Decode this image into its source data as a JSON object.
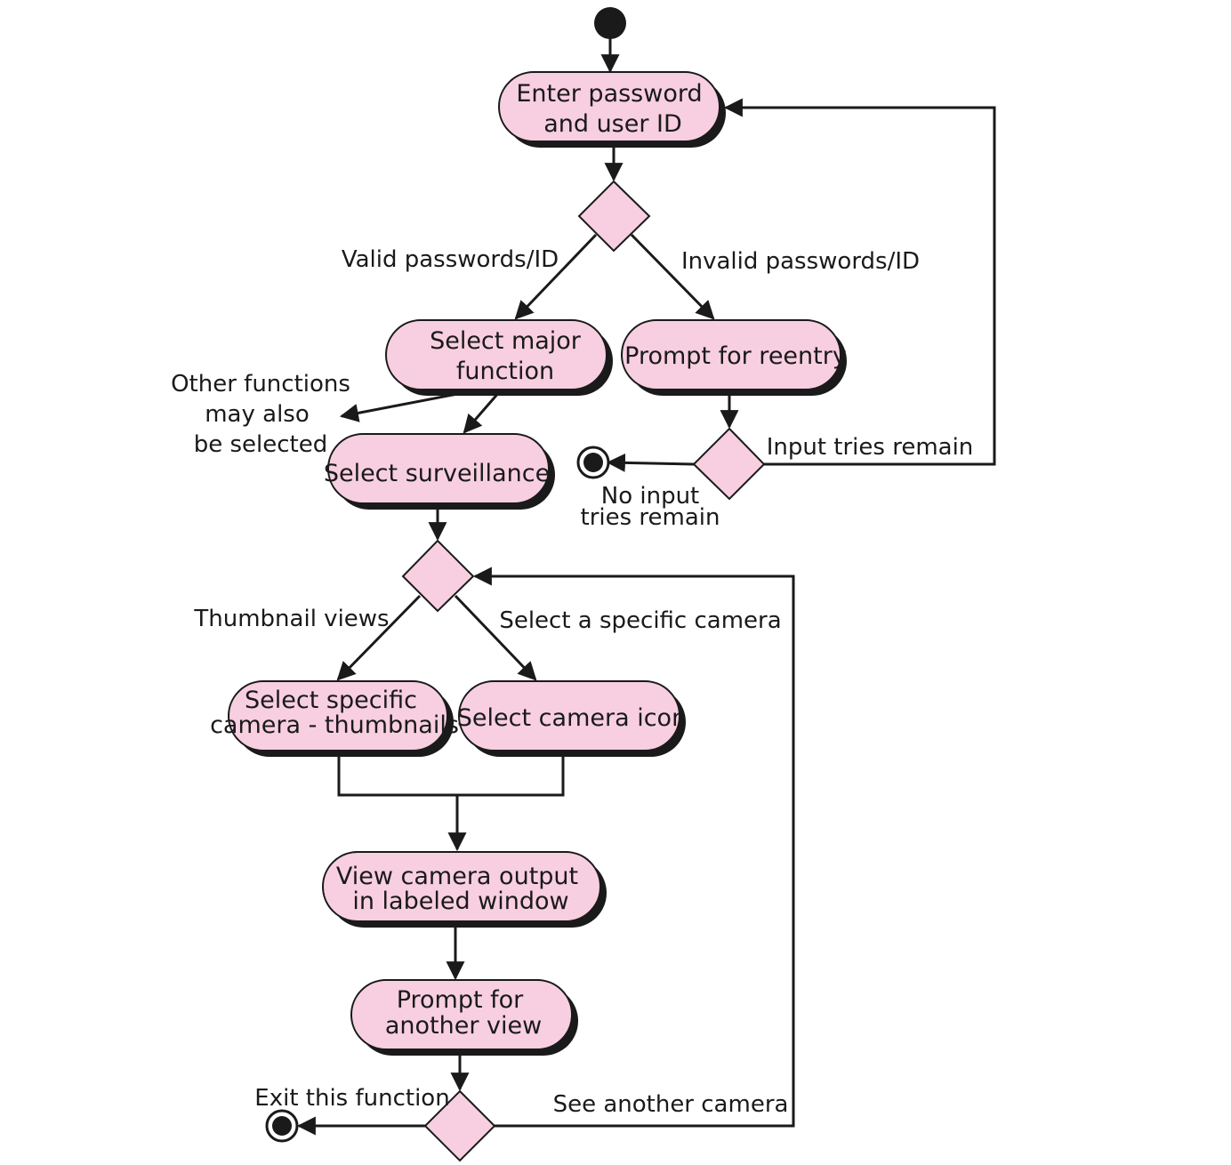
{
  "colors": {
    "node_fill": "#f8cfe0",
    "stroke": "#1a1a1a",
    "shadow": "#1a1a1a"
  },
  "nodes": {
    "enter_password": [
      "Enter password",
      "and user ID"
    ],
    "select_major_function": [
      "Select major",
      "function"
    ],
    "prompt_reentry": [
      "Prompt for reentry"
    ],
    "select_surveillance": [
      "Select surveillance"
    ],
    "select_specific_camera_thumbnails": [
      "Select specific",
      "camera - thumbnails"
    ],
    "select_camera_icon": [
      "Select camera icon"
    ],
    "view_camera_output": [
      "View camera output",
      "in labeled window"
    ],
    "prompt_another_view": [
      "Prompt for",
      "another view"
    ]
  },
  "labels": {
    "valid": "Valid passwords/ID",
    "invalid": "Invalid passwords/ID",
    "other_functions": [
      "Other functions",
      "may also",
      "be selected"
    ],
    "input_tries_remain": "Input tries remain",
    "no_input_tries": [
      "No input",
      "tries remain"
    ],
    "thumbnail_views": "Thumbnail views",
    "select_specific_camera": "Select a specific camera",
    "exit_function": "Exit this function",
    "see_another_camera": "See another camera"
  }
}
